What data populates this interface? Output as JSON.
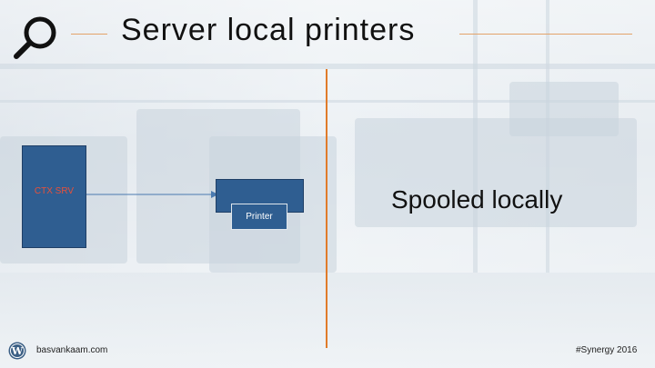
{
  "slide": {
    "title": "Server local printers",
    "right_text": "Spooled locally",
    "footer_left": "basvankaam.com",
    "footer_right": "#Synergy 2016"
  },
  "diagram": {
    "nodes": [
      {
        "id": "ctx-srv",
        "label": "CTX SRV"
      },
      {
        "id": "printer",
        "label": "Printer"
      }
    ],
    "edges": [
      {
        "from": "ctx-srv",
        "to": "printer"
      }
    ]
  },
  "colors": {
    "box_fill": "#2f5e91",
    "ctx_label": "#e8503a",
    "divider": "#e07b2a",
    "arrow": "#4a7ab0"
  },
  "icons": {
    "title_icon": "search-icon",
    "footer_icon": "wordpress-icon"
  }
}
